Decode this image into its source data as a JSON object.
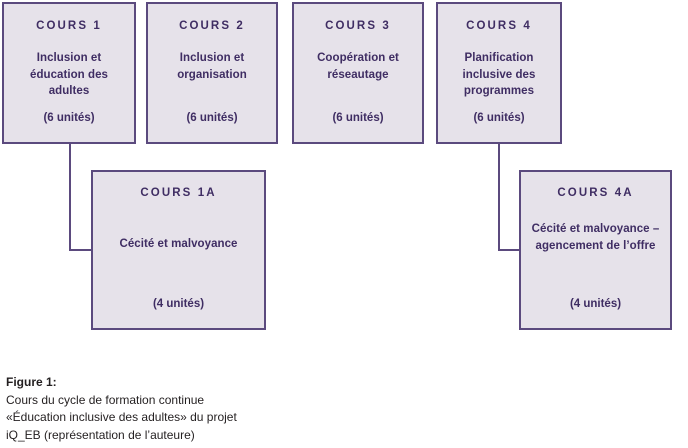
{
  "figure": {
    "colors": {
      "box_fill": "#e6e2ea",
      "box_border": "#5b4a7e",
      "box_text": "#3f2d63",
      "caption_text": "#231f20",
      "background": "#ffffff"
    },
    "top_row": [
      {
        "title": "COURS 1",
        "body": "Inclusion et éducation des adultes",
        "units": "(6 unités)"
      },
      {
        "title": "COURS 2",
        "body": "Inclusion et organisation",
        "units": "(6 unités)"
      },
      {
        "title": "COURS 3",
        "body": "Coopération et réseautage",
        "units": "(6 unités)"
      },
      {
        "title": "COURS 4",
        "body": "Planification inclusive des programmes",
        "units": "(6 unités)"
      }
    ],
    "sub_row": [
      {
        "title": "COURS 1A",
        "body": "Cécité et malvoyance",
        "units": "(4 unités)"
      },
      {
        "title": "COURS 4A",
        "body": "Cécité et malvoyance – agencement de l’offre",
        "units": "(4 unités)"
      }
    ],
    "caption": {
      "title": "Figure 1:",
      "line1": "Cours du cycle de formation continue",
      "line2": "«Éducation inclusive des adultes» du projet",
      "line3": "iQ_EB (représentation de l’auteure)"
    }
  }
}
